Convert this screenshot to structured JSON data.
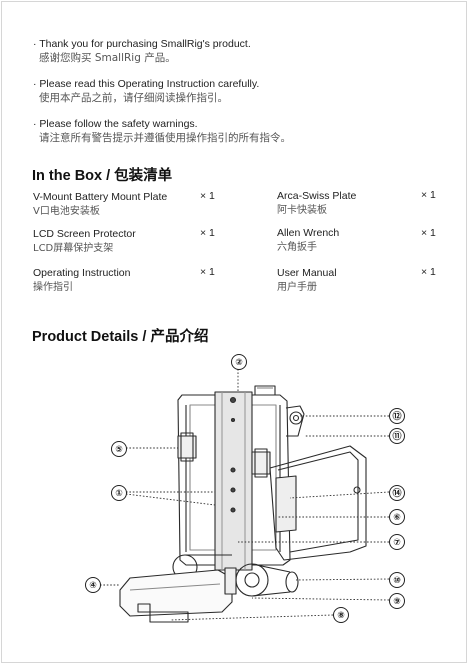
{
  "notes": [
    {
      "en": "· Thank you for purchasing SmallRig's product.",
      "zh": "感谢您购买 SmallRig 产品。"
    },
    {
      "en": "· Please read this Operating Instruction carefully.",
      "zh": "使用本产品之前，请仔细阅读操作指引。"
    },
    {
      "en": "· Please follow the safety warnings.",
      "zh": "请注意所有警告提示并遵循使用操作指引的所有指令。"
    }
  ],
  "in_the_box": {
    "title": "In the Box / 包装清单",
    "left": [
      {
        "en": "V-Mount Battery Mount Plate",
        "zh": "V口电池安装板",
        "qty": "× 1"
      },
      {
        "en": "LCD Screen Protector",
        "zh": "LCD屏幕保护支架",
        "qty": "× 1"
      },
      {
        "en": "Operating Instruction",
        "zh": "操作指引",
        "qty": "× 1"
      }
    ],
    "right": [
      {
        "en": "Arca-Swiss Plate",
        "zh": "阿卡快装板",
        "qty": "× 1"
      },
      {
        "en": "Allen Wrench",
        "zh": "六角扳手",
        "qty": "× 1"
      },
      {
        "en": "User Manual",
        "zh": "用户手册",
        "qty": "× 1"
      }
    ]
  },
  "product_details": {
    "title": "Product Details  / 产品介绍",
    "callouts": [
      "②",
      "⑫",
      "⑪",
      "⑤",
      "①",
      "⑭",
      "⑥",
      "⑦",
      "④",
      "⑩",
      "⑨",
      "⑧"
    ]
  }
}
